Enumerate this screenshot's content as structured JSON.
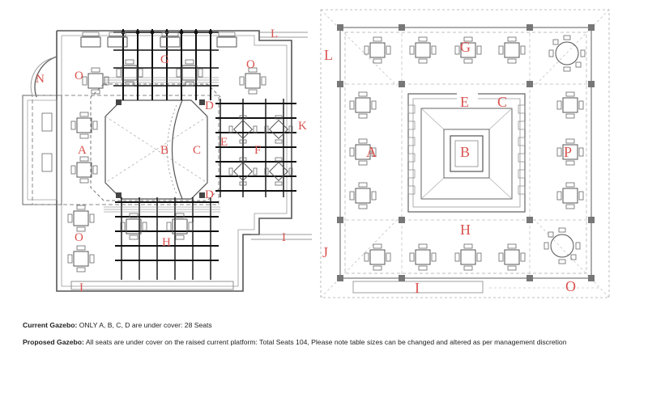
{
  "plans": {
    "current": {
      "labels": {
        "A": "A",
        "B": "B",
        "C": "C",
        "D1": "D",
        "D2": "D",
        "E": "E",
        "F": "F",
        "G": "G",
        "H": "H",
        "I": "I",
        "K": "K",
        "L": "L",
        "N": "N",
        "O1": "O",
        "O2": "O",
        "O3": "O"
      }
    },
    "proposed": {
      "labels": {
        "A": "A",
        "B": "B",
        "C": "C",
        "E": "E",
        "G": "G",
        "H": "H",
        "I": "I",
        "J": "J",
        "L": "L",
        "O": "O",
        "P": "P"
      }
    }
  },
  "captions": {
    "current": {
      "heading": "Current Gazebo:",
      "text": " ONLY A, B, C, D are under cover: 28 Seats"
    },
    "proposed": {
      "heading": "Proposed Gazebo:",
      "text": " All seats are under cover on the raised current platform: Total Seats 104, Please note table sizes can be changed and altered as per management discretion"
    }
  },
  "colors": {
    "label": "#d9534f",
    "line": "#555555",
    "beam": "#111111"
  }
}
